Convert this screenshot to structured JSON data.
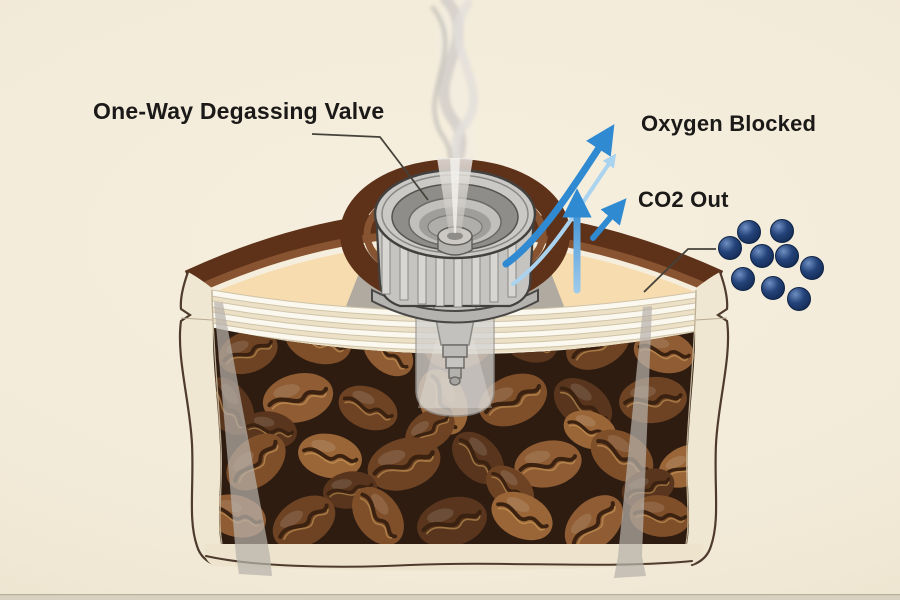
{
  "labels": {
    "valve": "One-Way Degassing Valve",
    "oxygen": "Oxygen Blocked",
    "co2": "CO2 Out"
  },
  "molecules": {
    "count": 9
  },
  "colors": {
    "background": "#f4edda",
    "arrow_blue": "#2f8ad2",
    "arrow_blue_light": "#a9d3ee",
    "label_text": "#1b1a18",
    "bag_brown": "#5e3119",
    "bag_cream": "#f1e8d3",
    "valve_gray": "#c6c4c0",
    "molecule_navy": "#1d3a6b"
  }
}
